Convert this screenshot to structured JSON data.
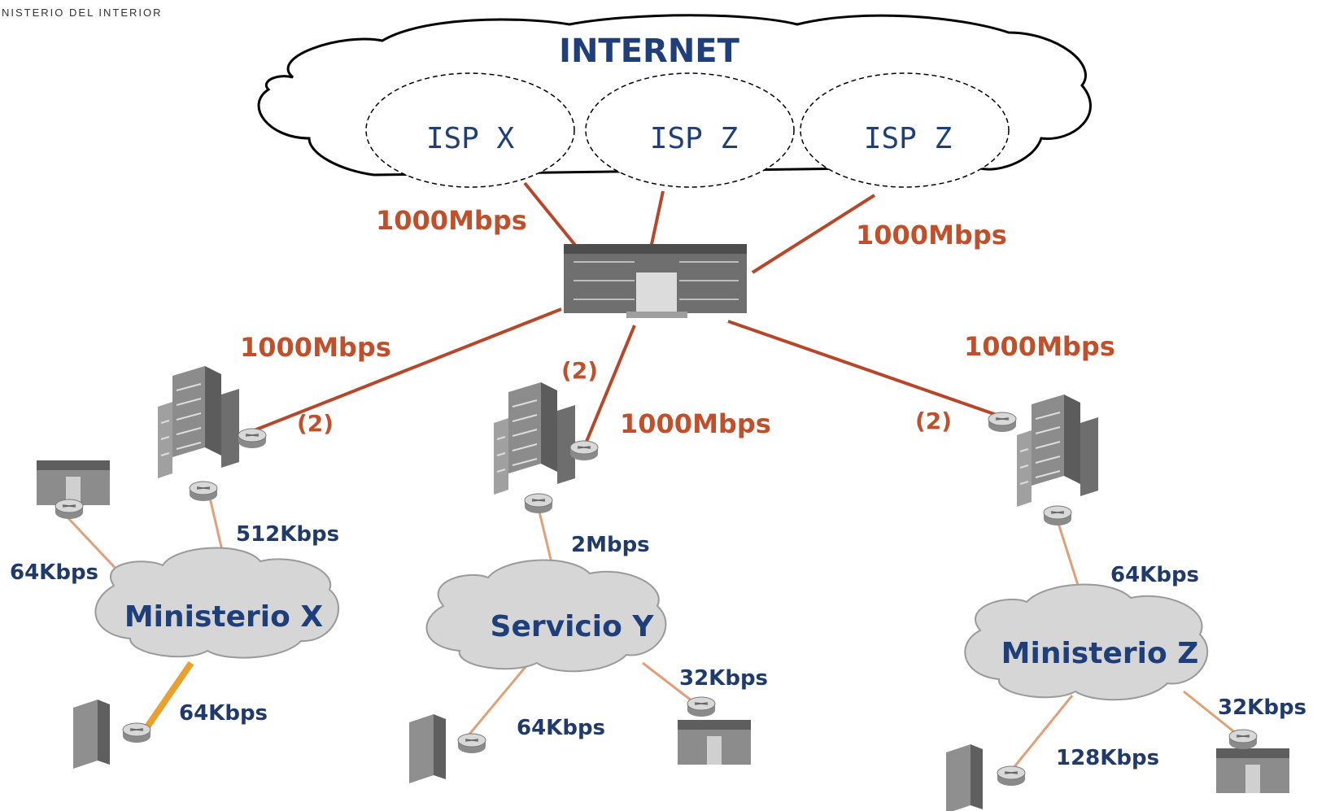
{
  "header": {
    "org_line_1": "",
    "org_line_2": "NISTERIO DEL INTERIOR"
  },
  "internet": {
    "title": "INTERNET",
    "isps": [
      "ISP X",
      "ISP Z",
      "ISP Z"
    ]
  },
  "links": {
    "isp_left": "1000Mbps",
    "isp_right": "1000Mbps",
    "to_ministerio_x": "1000Mbps",
    "to_servicio_y": "1000Mbps",
    "to_ministerio_z": "1000Mbps",
    "redundancy": "(2)",
    "mx_router_to_cloud": "512Kbps",
    "mx_office_to_cloud": "64Kbps",
    "mx_cloud_to_site": "64Kbps",
    "sy_router_to_cloud": "2Mbps",
    "sy_cloud_to_site_left": "64Kbps",
    "sy_cloud_to_site_right": "32Kbps",
    "mz_router_to_cloud": "64Kbps",
    "mz_cloud_to_site_left": "128Kbps",
    "mz_cloud_to_site_right": "32Kbps"
  },
  "networks": {
    "ministerio_x": "Ministerio X",
    "servicio_y": "Servicio Y",
    "ministerio_z": "Ministerio Z"
  },
  "colors": {
    "backbone_link": "#b5472a",
    "access_link": "#e0a07a",
    "highlight_link": "#e8a030",
    "cloud_fill": "#d6d6d6",
    "building": "#777777"
  }
}
